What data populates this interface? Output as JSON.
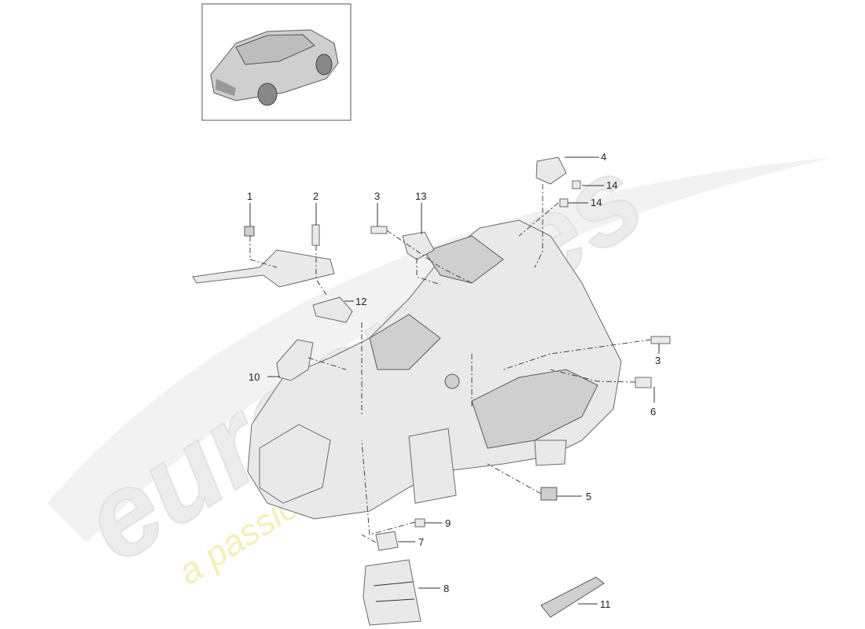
{
  "watermark": {
    "brand": "eurospares",
    "tagline": "a passion for parts since 1985"
  },
  "thumbnail": {
    "icon": "car-thumbnail-icon"
  },
  "callouts": [
    {
      "id": "1",
      "label": "1"
    },
    {
      "id": "2",
      "label": "2"
    },
    {
      "id": "3a",
      "label": "3"
    },
    {
      "id": "13",
      "label": "13"
    },
    {
      "id": "4",
      "label": "4"
    },
    {
      "id": "14a",
      "label": "14"
    },
    {
      "id": "14b",
      "label": "14"
    },
    {
      "id": "12",
      "label": "12"
    },
    {
      "id": "10",
      "label": "10"
    },
    {
      "id": "3b",
      "label": "3"
    },
    {
      "id": "6",
      "label": "6"
    },
    {
      "id": "5",
      "label": "5"
    },
    {
      "id": "9",
      "label": "9"
    },
    {
      "id": "7",
      "label": "7"
    },
    {
      "id": "8",
      "label": "8"
    },
    {
      "id": "11",
      "label": "11"
    }
  ],
  "colors": {
    "watermark_brand": "#ececec",
    "watermark_tagline": "#f3f0b8",
    "line": "#333333",
    "part_fill": "#e9e9e9"
  }
}
